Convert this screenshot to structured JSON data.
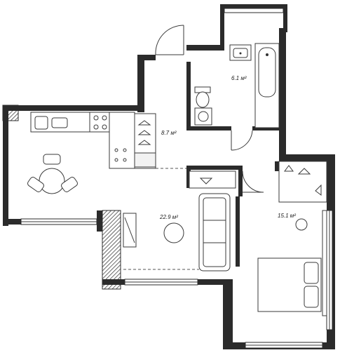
{
  "rooms": [
    {
      "id": "bathroom",
      "area_label": "6.1 м²"
    },
    {
      "id": "hallway",
      "area_label": "8.7 м²"
    },
    {
      "id": "living-kitchen",
      "area_label": "22.9 м²"
    },
    {
      "id": "bedroom",
      "area_label": "15.1 м²"
    }
  ],
  "icons": [
    "sink-icon",
    "bathtub-icon",
    "toilet-icon",
    "washing-machine-icon",
    "stove-icon",
    "kitchen-sink-icon",
    "hanger-icon",
    "dining-table-icon",
    "sofa-icon",
    "bed-icon",
    "round-table-icon",
    "door-icon",
    "window-icon"
  ]
}
